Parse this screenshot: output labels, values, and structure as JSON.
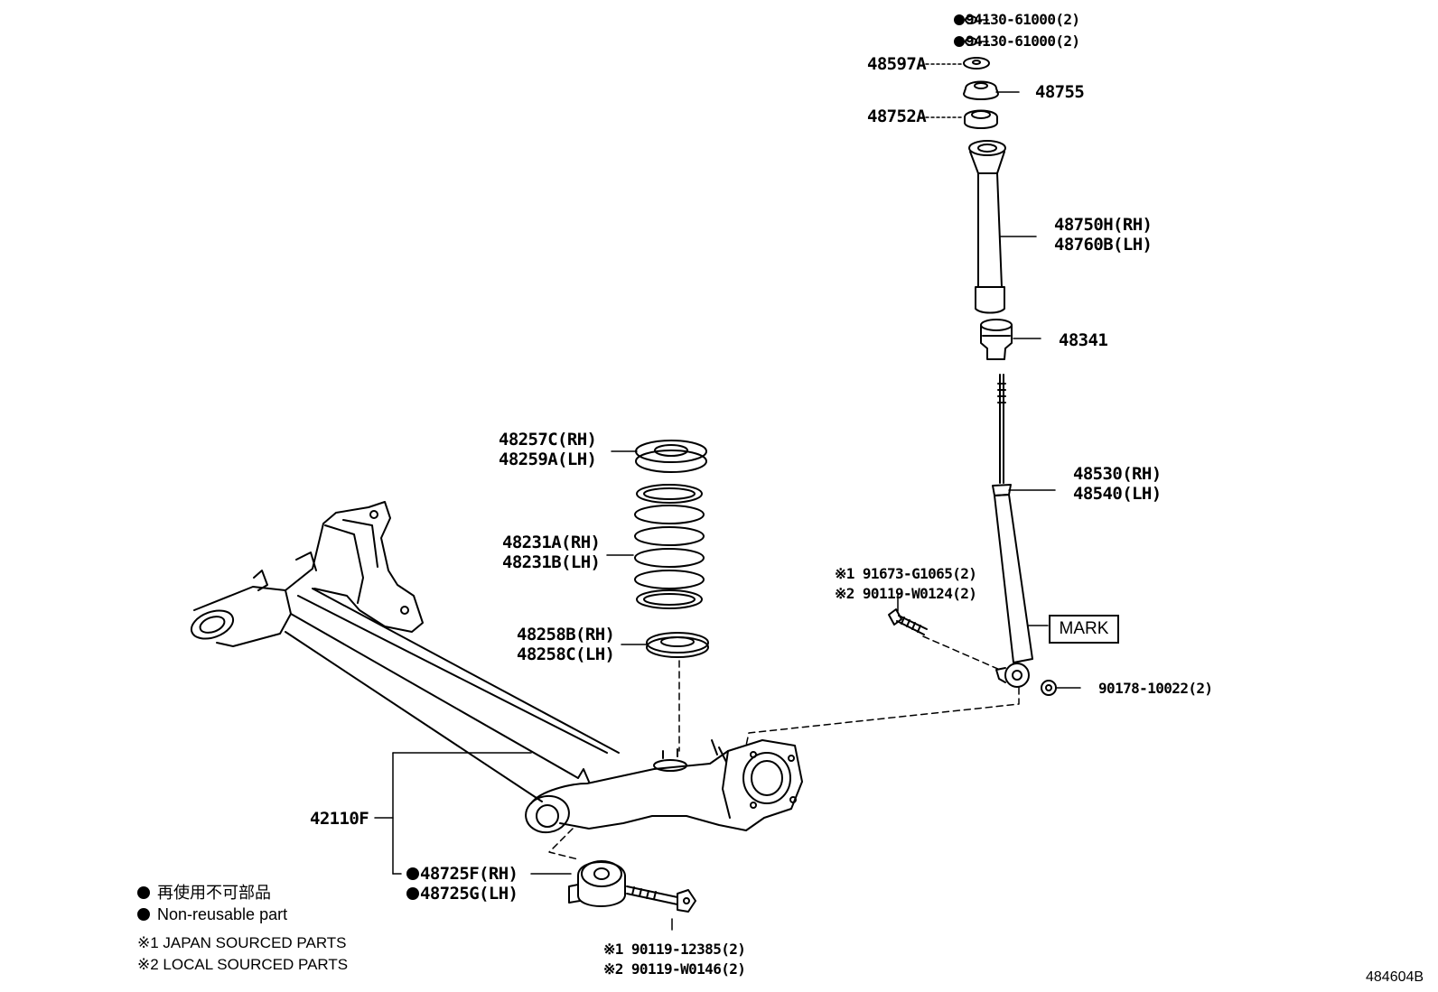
{
  "labels": {
    "nut_1": "94130-61000(2)",
    "nut_2": "94130-61000(2)",
    "washer": "48597A",
    "support": "48755",
    "bearing": "48752A",
    "boot_rh": "48750H(RH)",
    "boot_lh": "48760B(LH)",
    "bumper": "48341",
    "absorber_rh": "48530(RH)",
    "absorber_lh": "48540(LH)",
    "upper_seat_rh": "48257C(RH)",
    "upper_seat_lh": "48259A(LH)",
    "spring_rh": "48231A(RH)",
    "spring_lh": "48231B(LH)",
    "lower_seat_rh": "48258B(RH)",
    "lower_seat_lh": "48258C(LH)",
    "bolt_1": "※1 91673-G1065(2)",
    "bolt_2": "※2 90119-W0124(2)",
    "lower_nut": "90178-10022(2)",
    "beam": "42110F",
    "bushing_rh": "48725F(RH)",
    "bushing_lh": "48725G(LH)",
    "beam_bolt_1": "※1 90119-12385(2)",
    "beam_bolt_2": "※2 90119-W0146(2)",
    "mark_box": "MARK"
  },
  "legend": {
    "nonreuse_jp": "再使用不可部品",
    "nonreuse_en": "Non-reusable part",
    "japan": "※1 JAPAN SOURCED PARTS",
    "local": "※2 LOCAL SOURCED PARTS"
  },
  "figure_id": "484604B",
  "icons": {
    "non_reusable_marker": "filled-circle-icon"
  }
}
